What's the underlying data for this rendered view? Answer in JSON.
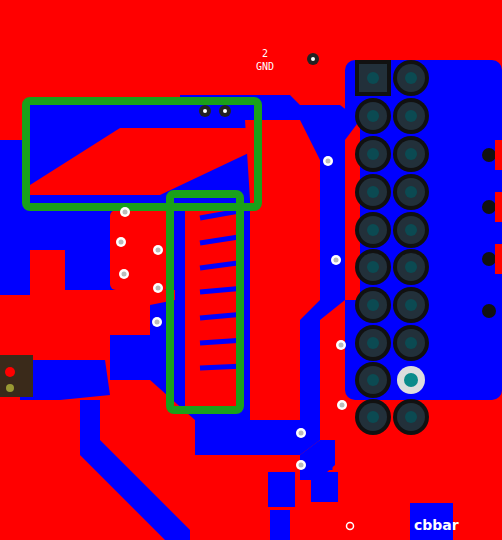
{
  "diagram": {
    "labels": [
      "2",
      "GND",
      "cbbar"
    ]
  }
}
